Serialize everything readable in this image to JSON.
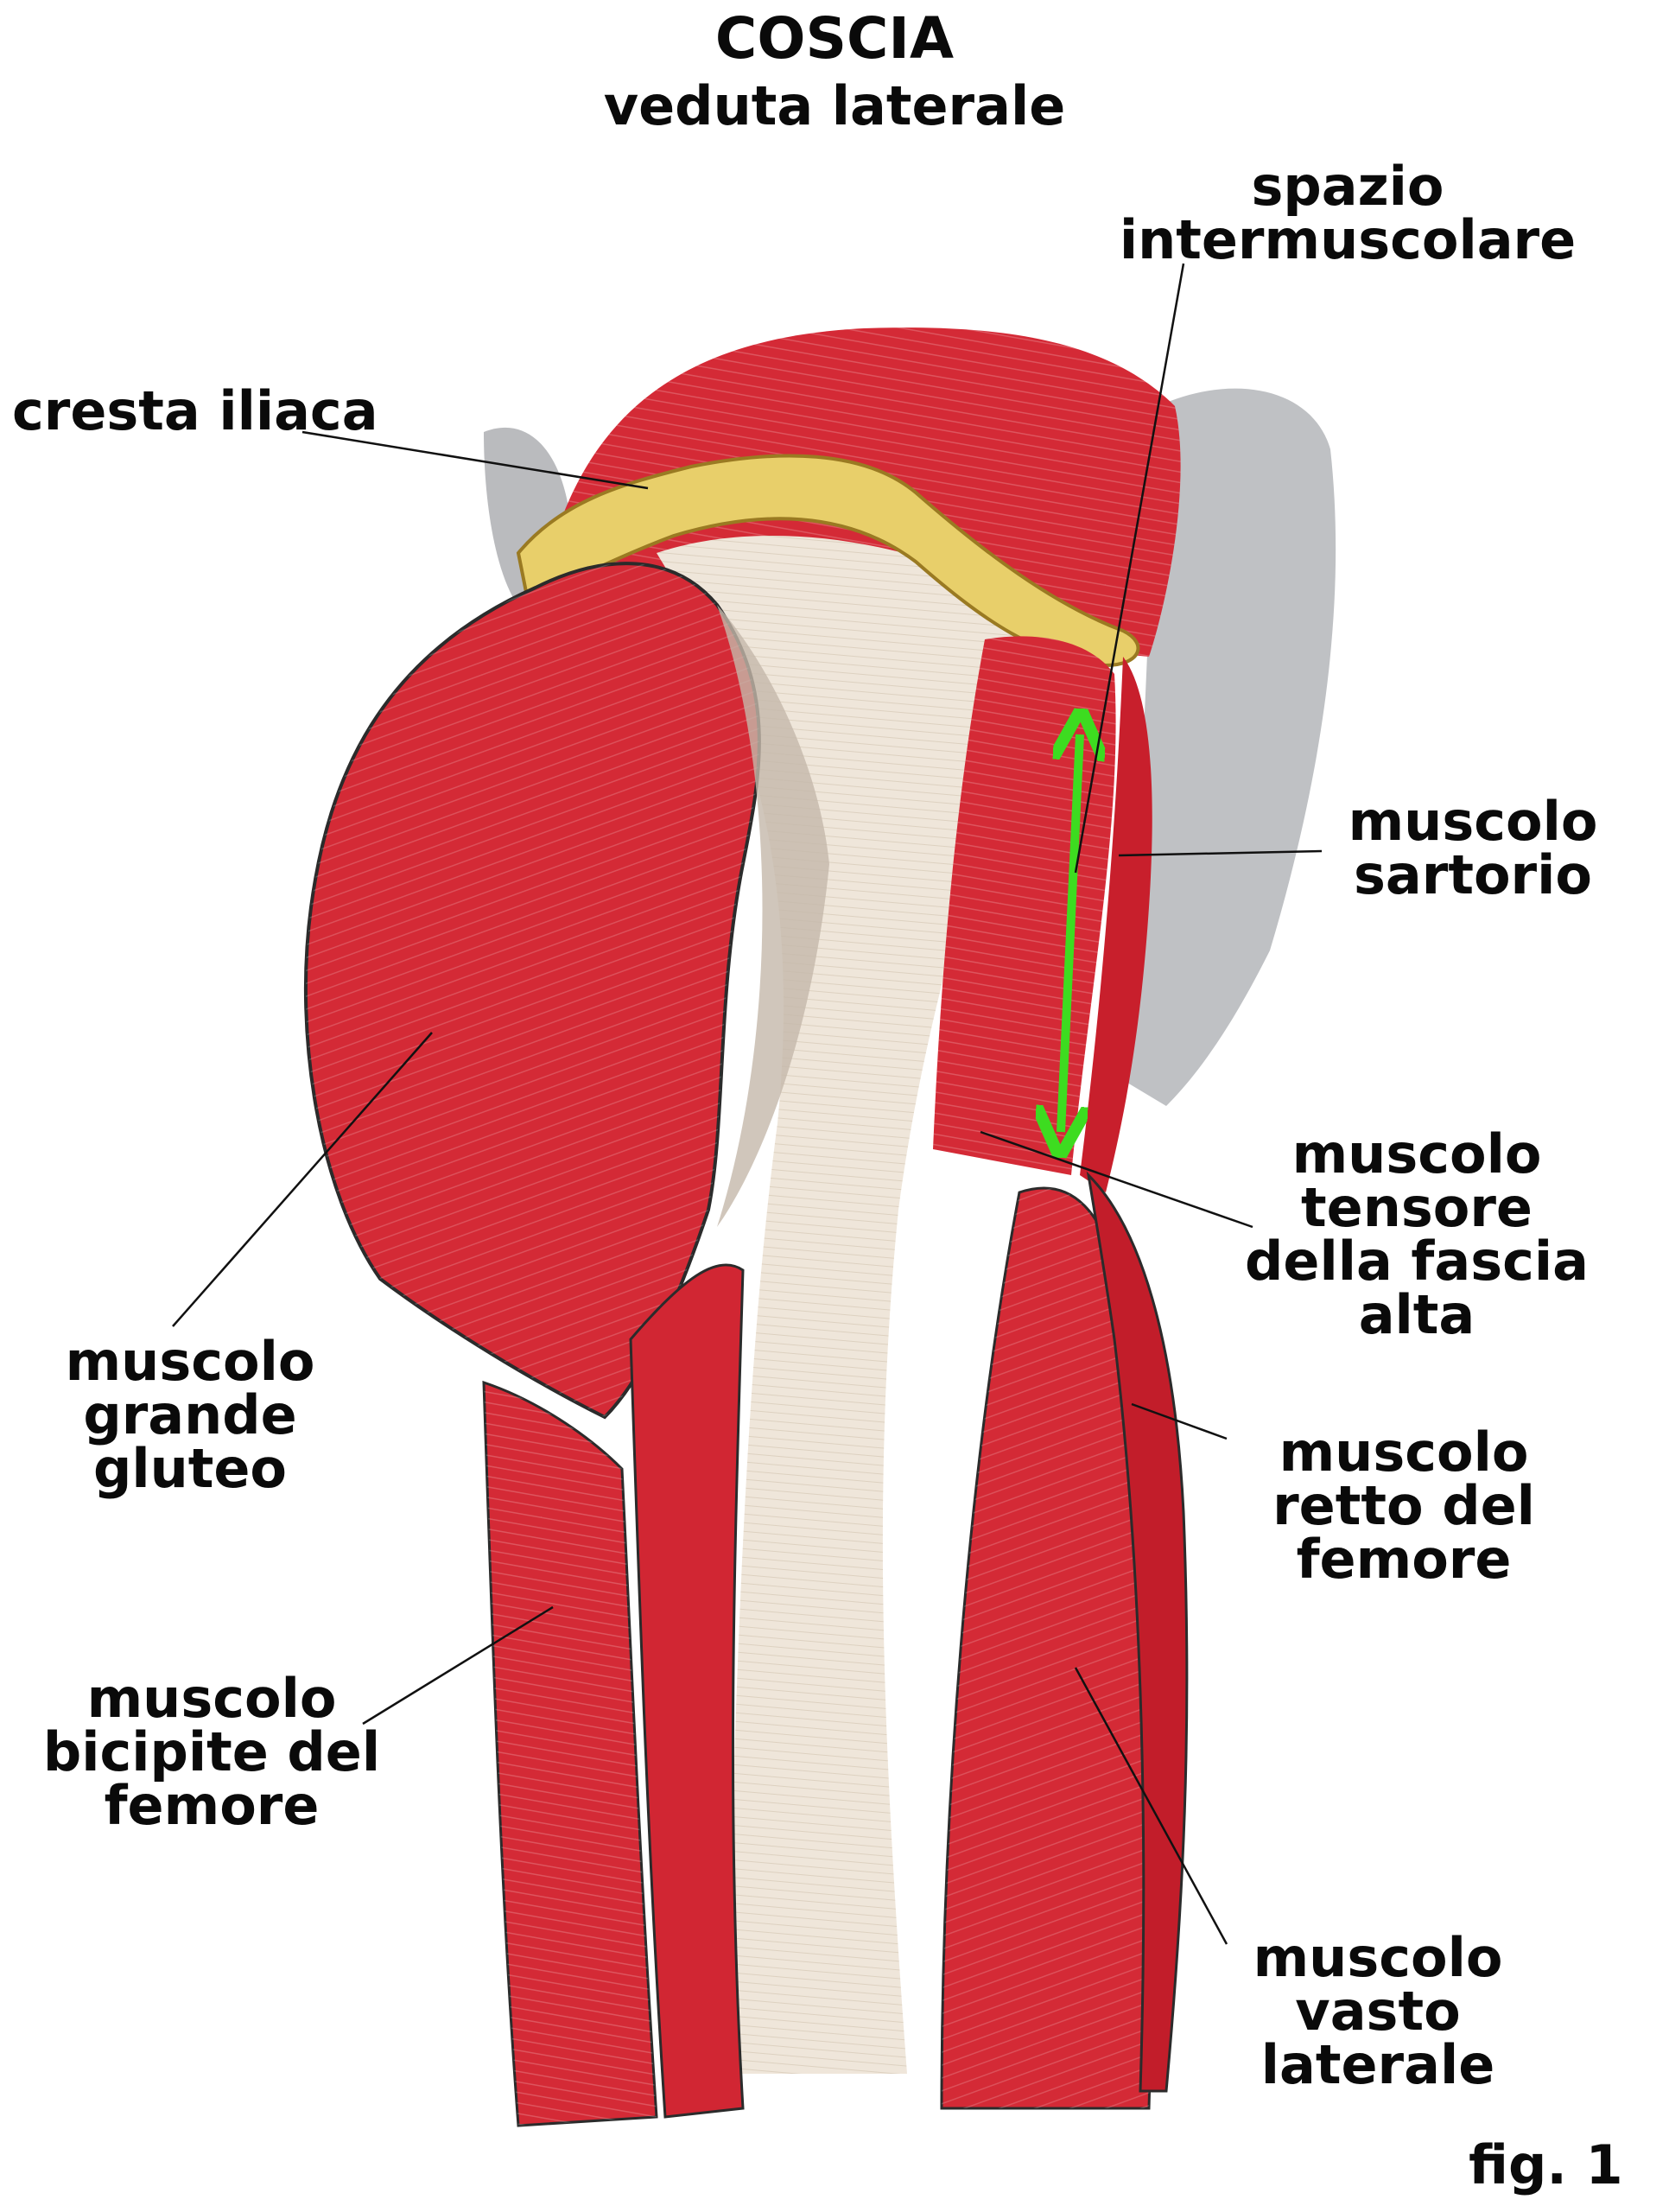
{
  "title": "COSCIA",
  "subtitle": "veduta laterale",
  "labels": {
    "cresta_iliaca": "cresta iliaca",
    "spazio_intermuscolare": [
      "spazio",
      "intermuscolare"
    ],
    "muscolo_sartorio": [
      "muscolo",
      "sartorio"
    ],
    "muscolo_tensore": [
      "muscolo",
      "tensore",
      "della fascia",
      "alta"
    ],
    "muscolo_grande_gluteo": [
      "muscolo",
      "grande",
      "gluteo"
    ],
    "muscolo_retto_femore": [
      "muscolo",
      "retto del",
      "femore"
    ],
    "muscolo_bicipite_femore": [
      "muscolo",
      "bicipite del",
      "femore"
    ],
    "muscolo_vasto_laterale": [
      "muscolo",
      "vasto",
      "laterale"
    ]
  },
  "figure_number": "fig. 1",
  "colors": {
    "muscle": "#d42a36",
    "muscle_dark": "#b01a26",
    "tendon": "#efe6da",
    "bone": "#e8cf6a",
    "skin_shadow": "#a9acb0",
    "arrow": "#3ddc20"
  }
}
